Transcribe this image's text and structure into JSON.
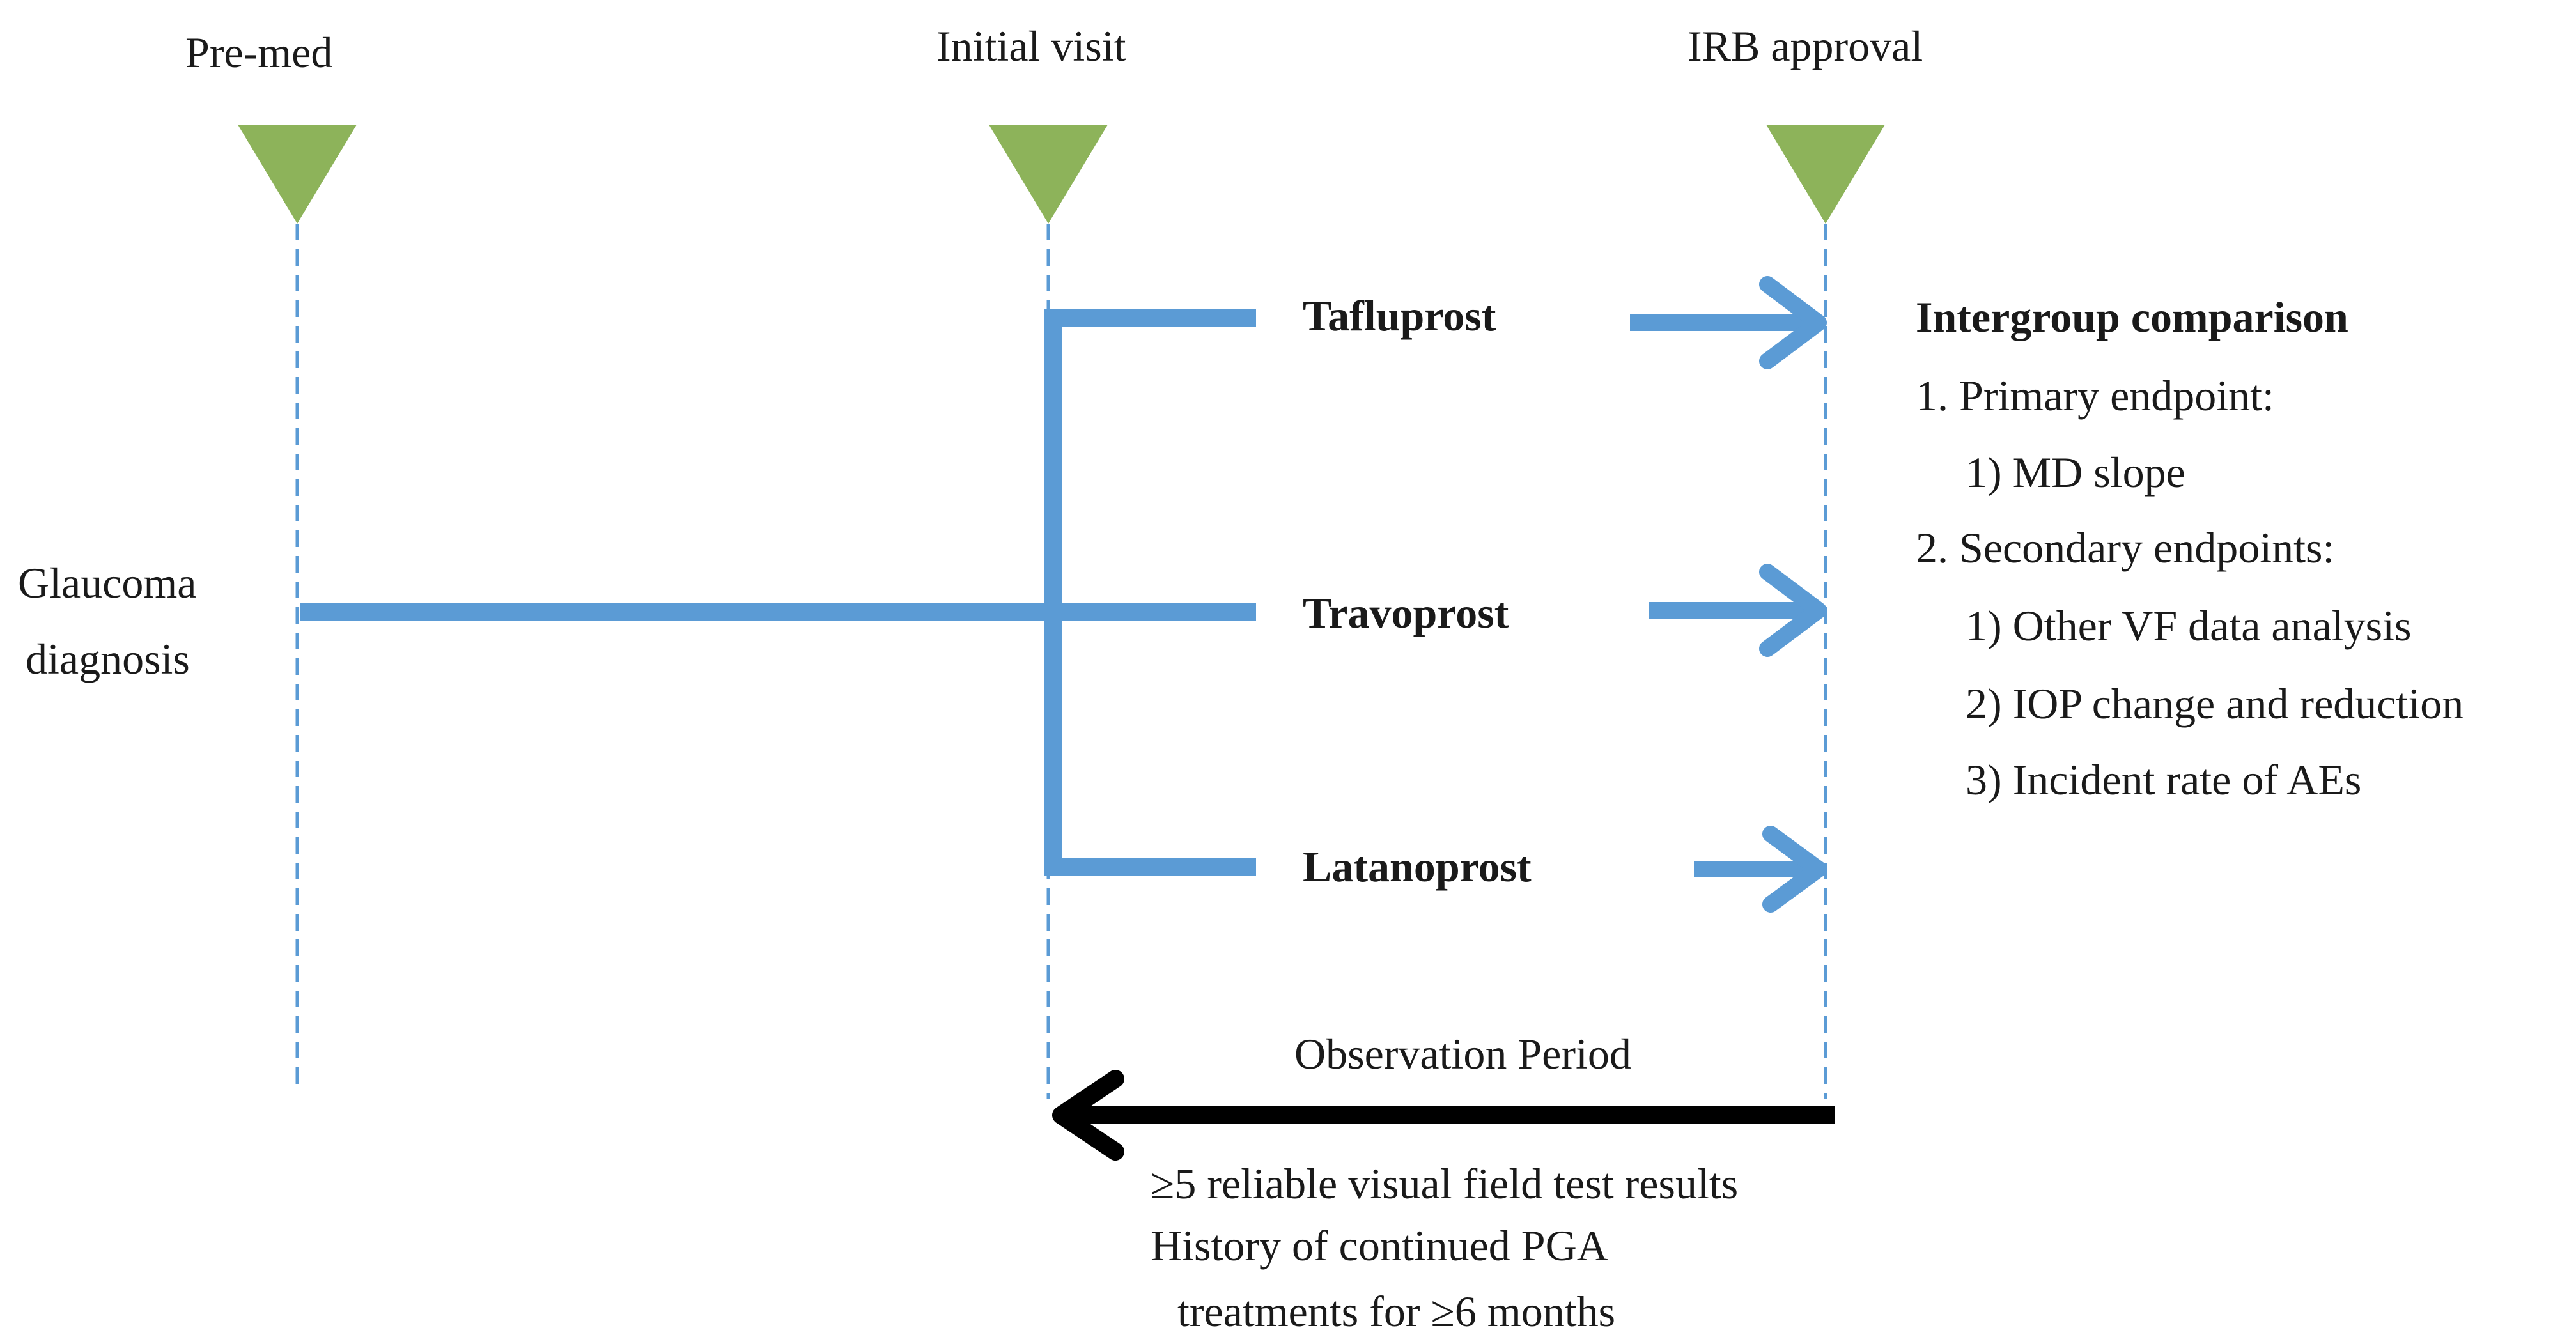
{
  "milestones": {
    "pre_med": "Pre-med",
    "initial_visit": "Initial visit",
    "irb_approval": "IRB approval"
  },
  "start": {
    "line1": "Glaucoma",
    "line2": "diagnosis"
  },
  "arms": [
    {
      "label": "Tafluprost"
    },
    {
      "label": "Travoprost"
    },
    {
      "label": "Latanoprost"
    }
  ],
  "comparison": {
    "title": "Intergroup comparison",
    "primary_heading": "1. Primary endpoint:",
    "primary_items": [
      "1) MD slope"
    ],
    "secondary_heading": "2. Secondary endpoints:",
    "secondary_items": [
      "1) Other VF data analysis",
      "2) IOP change and reduction",
      "3) Incident rate of AEs"
    ]
  },
  "observation": {
    "label": "Observation Period",
    "criteria": [
      "≥5 reliable visual field test results",
      "History of continued PGA",
      "treatments for ≥6 months"
    ]
  },
  "colors": {
    "marker": "#8db35a",
    "flow": "#5b9bd5",
    "guide": "#5b9bd5",
    "observation_arrow": "#000000",
    "text": "#1a1a1a"
  }
}
